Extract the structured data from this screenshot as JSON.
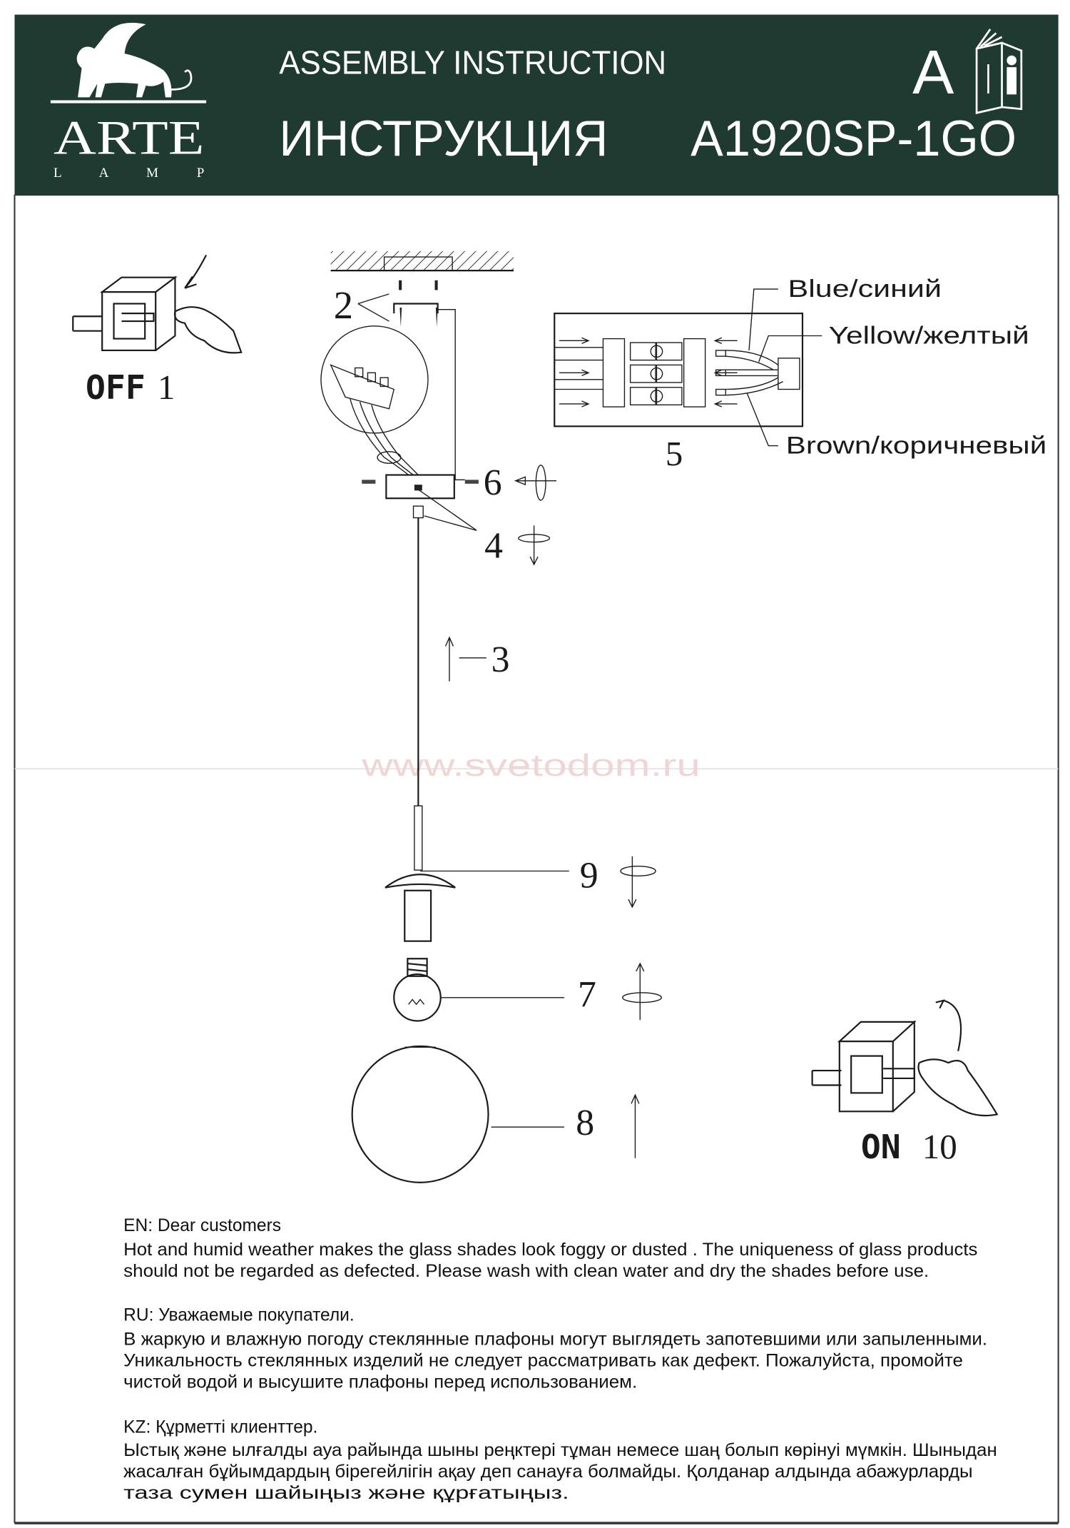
{
  "header": {
    "brand": "ARTE",
    "brand_sub": "L A M P",
    "title_en": "ASSEMBLY INSTRUCTION",
    "title_ru": "ИНСТРУКЦИЯ",
    "version_letter": "A",
    "model": "A1920SP-1GO",
    "background_color": "#1f3a30",
    "icon": "instruction-book-icon"
  },
  "steps": {
    "off_label": "OFF",
    "off_num": "1",
    "screws": "2",
    "cord": "3",
    "fix": "4",
    "wiring": "5",
    "mount": "6",
    "bulb": "7",
    "shade": "8",
    "nut": "9",
    "on_label": "ON",
    "on_num": "10"
  },
  "wiring": {
    "blue": "Blue/синий",
    "yellow": "Yellow/желтый",
    "brown": "Brown/коричневый"
  },
  "watermark": "www.svetodom.ru",
  "notes": {
    "en_title": "EN: Dear customers",
    "en_lines": [
      "Hot and humid weather makes the glass shades look foggy or dusted . The uniqueness of glass products",
      "should not be regarded as defected.  Please wash with clean water and dry the shades before use."
    ],
    "ru_title": "RU: Уважаемые покупатели.",
    "ru_lines": [
      "В жаркую и влажную погоду стеклянные плафоны могут выглядеть запотевшими или запыленными.",
      "Уникальность стеклянных изделий не следует рассматривать как дефект. Пожалуйста, промойте",
      "чистой водой и высушите плафоны перед использованием."
    ],
    "kz_title": "KZ: Құрметті клиенттер.",
    "kz_lines": [
      "Ыстық және ылғалды ауа райында шыны реңктері тұман немесе шаң болып көрінуі мүмкін. Шыныдан",
      "жасалған бұйымдардың бірегейлігін ақау деп санауға болмайды. Қолданар алдында абажурларды",
      "таза сумен шайыңыз және құрғатыңыз."
    ]
  }
}
